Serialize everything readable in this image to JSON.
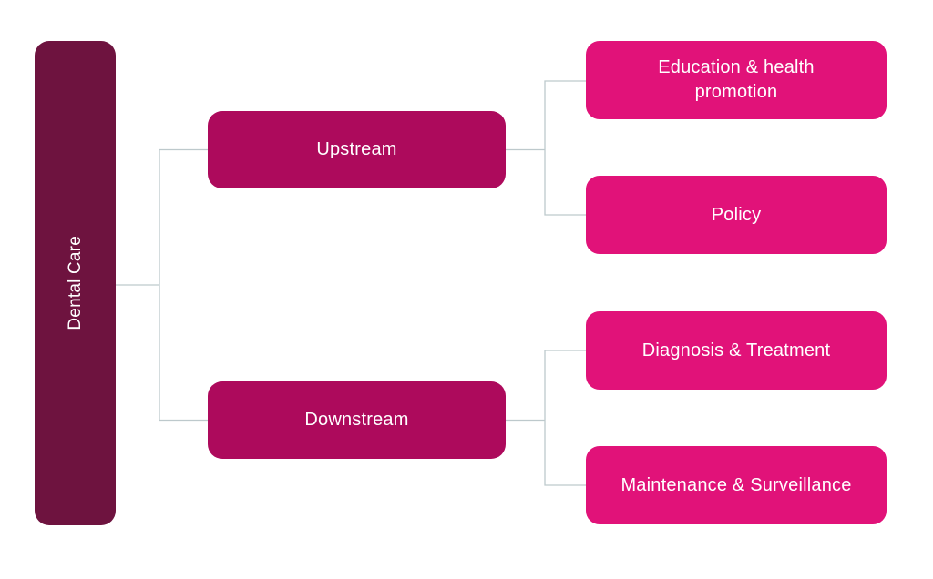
{
  "diagram": {
    "background": "#ffffff",
    "colors": {
      "root_fill": "#6e133f",
      "branch_fill": "#ad0a5c",
      "leaf_fill": "#e11279",
      "text": "#ffffff",
      "connector": "#bdc9cc"
    },
    "root": {
      "label": "Dental Care"
    },
    "branches": [
      {
        "label": "Upstream",
        "children": [
          {
            "label": "Education & health\npromotion"
          },
          {
            "label": "Policy"
          }
        ]
      },
      {
        "label": "Downstream",
        "children": [
          {
            "label": "Diagnosis & Treatment"
          },
          {
            "label": "Maintenance & Surveillance"
          }
        ]
      }
    ]
  }
}
